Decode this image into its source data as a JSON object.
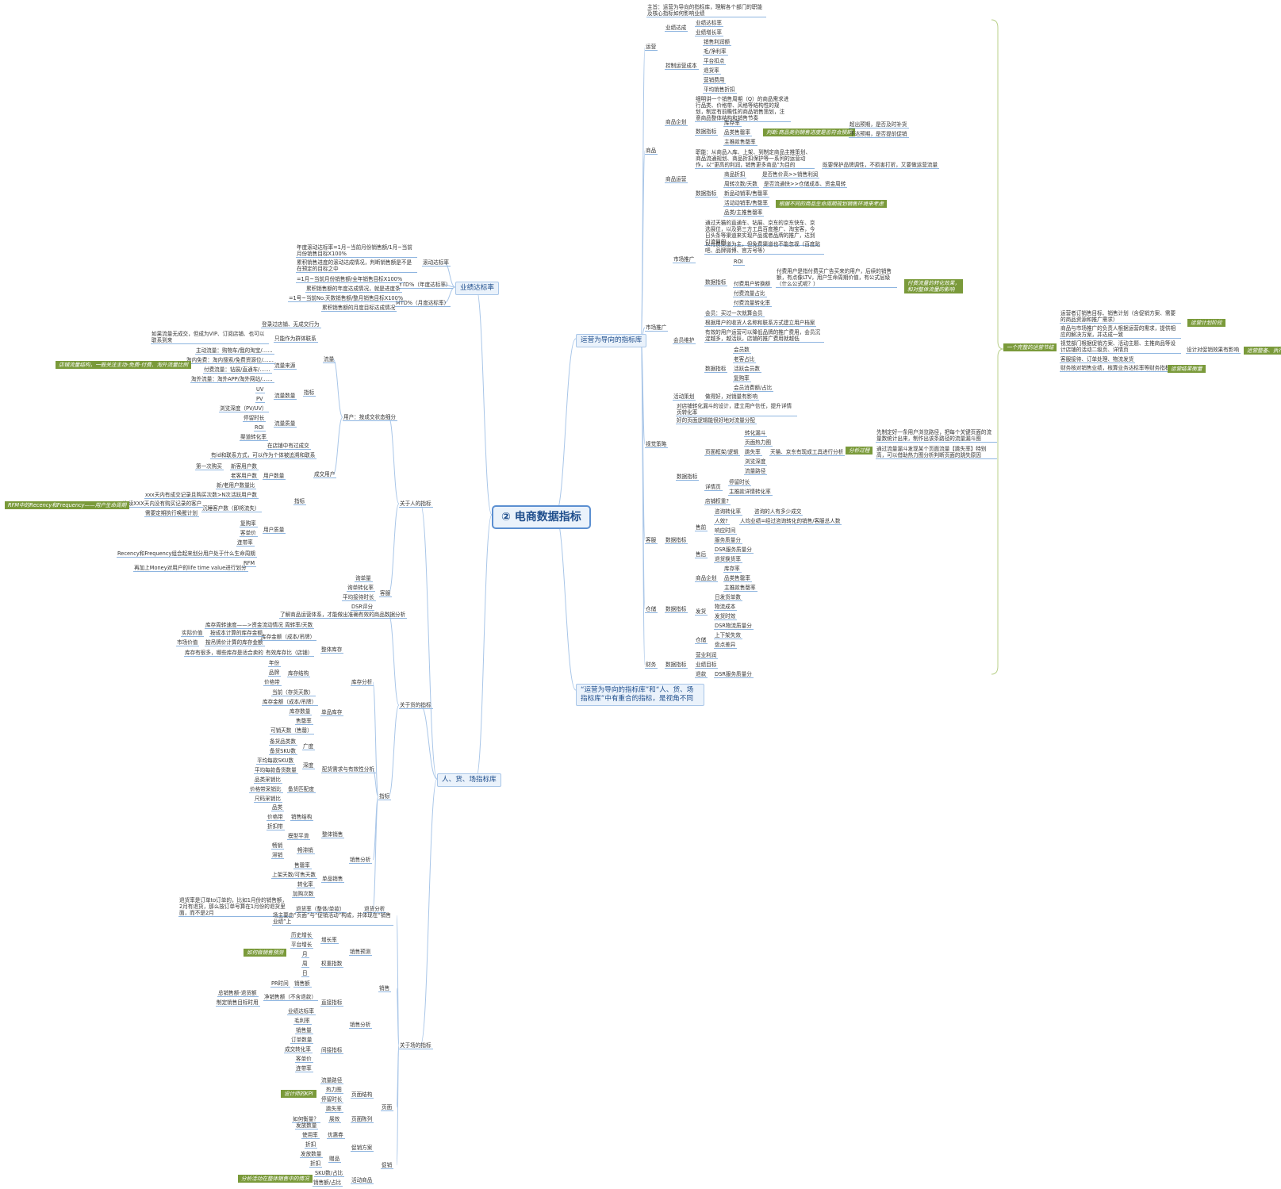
{
  "center": {
    "title": "② 电商数据指标"
  },
  "right": {
    "branch1": {
      "title": "运营为导向的指标库",
      "intro": "主旨：运营为导向的指标库，理解各个部门的职能及核心指标如何影响业绩",
      "ops": {
        "label": "运营",
        "perf": {
          "label": "业绩达成",
          "items": [
            "业绩达标率",
            "业绩增长率"
          ]
        },
        "cost": {
          "label": "控制运营成本",
          "items": [
            "销售利润额",
            "毛/净利率",
            "平台扣点",
            "退货率",
            "营销费用",
            "平均销售折扣"
          ]
        }
      },
      "goods": {
        "label": "商品",
        "plan": {
          "label": "商品企划",
          "desc": "细明讲一个销售周期（Q）的商品需求进行品类、价格带、风格等结构性的规划，制定有前瞻性的商品销售策划，注意商品整体结构和销售节奏",
          "metric_label": "数据指标",
          "metrics": [
            "库存率",
            "品类售罄率",
            "主推款售罄率"
          ],
          "note": "判断:商品类别销售进度是否符合预期",
          "judge": [
            "超出预期，是否及时补货",
            "不达预期，是否提前促销"
          ]
        },
        "run": {
          "label": "商品运营",
          "desc": "职能：从商品入库、上架、到制定商品主推策划、商品流通规划、商品折扣保护等一系列的运营动作，以“更高的利润，销售更多商品”为目的",
          "desc2": "既要保护品牌调性，不损害打折，又要做运营流量",
          "metric_label": "数据指标",
          "metrics": [
            {
              "name": "商品折扣",
              "note": "是否售价高>>销售利润"
            },
            {
              "name": "周转次数/天数",
              "note": "是否流通快>>仓储成本、资金周转"
            },
            {
              "name": "新品动销率/售罄率",
              "note": ""
            },
            {
              "name": "活动动销率/售罄率",
              "note": ""
            },
            {
              "name": "品类/主推售罄率",
              "note": ""
            }
          ],
          "note": "根据不同的商品生命周期规划销售环境来考虑"
        }
      },
      "market": {
        "label": "市场推广",
        "promo": {
          "label": "市场推广",
          "desc1": "通过天猫的直通车、钻展、京东的京东快车、京选展位，以及第三方工具百度推广、淘宝客，今日头条等渠道来实现产品或者品牌的推广，达到引流目的",
          "desc2": "以付费渠道为主，但免费渠道也不能忽视（百度贴吧、品牌微博、官方号等）",
          "metric_label": "数据指标",
          "metrics": [
            "ROI",
            "付费用户转换额",
            "付费流量占比",
            "付费流量转化率"
          ],
          "user_note": "付费用户是指付费买广告买来的用户，后续的销售额，有点像LTV，用户生命周期价值，有公式层级（什么公式呢？）",
          "note": "付费流量的转化效果，和对整体流量的影响"
        },
        "member": {
          "label": "会员维护",
          "desc1": "会员：买过一次就算会员",
          "desc2": "根据用户的收货人名称和联系方式建立用户档案",
          "desc3": "有效的用户运营可以降低品牌的推广费用，会员沉淀越多，越活跃，店铺的推广费用就越低",
          "metric_label": "数据指标",
          "metrics": [
            "会员数",
            "老客占比",
            "活跃会员数",
            "复购率",
            "会员消费额/占比"
          ]
        },
        "event": {
          "label": "活动策划",
          "desc": "做得好，对销量有影响"
        }
      },
      "visual": {
        "label": "视觉策略",
        "desc1": "对店铺转化漏斗的设计，建立用户信任，提升详情页转化率",
        "desc2": "好的页面逻辑能很好地对流量分配",
        "metric_label": "数据指标",
        "page": {
          "label": "页面框架/逻辑",
          "items": [
            "转化漏斗",
            "页面热力图",
            "跳失率",
            "浏览深度",
            "流量路径"
          ],
          "jump_note": "天猫、京东有现成工具进行分析",
          "note": "分析过程",
          "steps": [
            "先制定好一条用户浏览路径，把每个关键页面的流量数统计出来，制作出该条路径的流量漏斗图",
            "通过流量漏斗发现某个页面流量【跳失率】特别高，可以借助热力图分析判断页面的跳失原因"
          ]
        },
        "detail": {
          "label": "详情页",
          "items": [
            "停留时长",
            "主推款详情转化率"
          ]
        },
        "q": "店铺权重?"
      },
      "service": {
        "label": "客服",
        "metric_label": "数据指标",
        "pre": {
          "label": "售前",
          "items": [
            {
              "name": "咨询转化率",
              "note": "咨询的人有多少成交"
            },
            {
              "name": "人效?",
              "note": "人均业绩=经过咨询转化的销售/客服总人数"
            },
            {
              "name": "响应时间",
              "note": ""
            },
            {
              "name": "服务质量分",
              "note": ""
            }
          ]
        },
        "post": {
          "label": "售后",
          "items": [
            "DSR服务质量分",
            "退货换货率"
          ]
        }
      },
      "storage": {
        "label": "仓储",
        "metric_label": "数据指标",
        "plan": {
          "label": "商品企划",
          "items": [
            "库存率",
            "品类售罄率",
            "主推款售罄率"
          ]
        },
        "ship": {
          "label": "发货",
          "items": [
            "日发货单数",
            "物流成本",
            "发货时效",
            "DSR物流质量分"
          ]
        },
        "store": {
          "label": "仓储",
          "items": [
            "上下架失效",
            "盘点差异"
          ]
        }
      },
      "finance": {
        "label": "财务",
        "metric_label": "数据指标",
        "items": [
          "营业利润",
          "业绩目标",
          "退款"
        ],
        "refund_note": "DSR服务质量分"
      }
    },
    "branch2": {
      "title": "“运营为导向的指标库”和“人、货、场指标库”中有重合的指标，是视角不同"
    },
    "far": {
      "brace": "一个完整的运营节结",
      "items": [
        "运营者订销售目标、销售计划（含促销方案、需要的商品资源和推广需求）",
        "商品与市场推广的负责人根据运营的需求，提供相应的解决方案，并达成一致",
        "视觉部门根据促销方案、活动主题、主推商品等设计店铺的活动二级页、详情页",
        "客服接待、订单处理、物流发货",
        "财务核对销售业绩，核算业务达标率等财务指标"
      ],
      "tags": [
        "运营计划阶段",
        "设计对促销效果有影响",
        "运营整备、执行",
        "运营结果衡量"
      ]
    }
  },
  "left": {
    "perf": {
      "title": "业绩达标率",
      "rolling": {
        "label": "滚动达标率",
        "desc1": "年度滚动达标率=1月~当前月份销售额/1月~当前月份销售目标X100%",
        "desc2": "累积销售进度的滚动达成情况，判断销售额是不是在预定的目标之中"
      },
      "ytd": {
        "label": "YTD%（年度达标率）",
        "desc1": "=1月~当前月份销售额/全年销售目标X100%",
        "desc2": "累积销售额的年度达成情况，就是进度条"
      },
      "mtd": {
        "label": "MTD%（月度达标率）",
        "desc1": "=1号~当前No.天数销售额/整月销售目标X100%",
        "desc2": "累积销售额的月度目标达成情况"
      }
    },
    "people": {
      "title": "人、货、场指标库",
      "person": {
        "label": "关于人的指标",
        "user": {
          "label": "用户：按成交状态细分",
          "flow": {
            "label": "流量",
            "login": "登录过店铺、无成交行为",
            "member": {
              "label": "只能作为群体联系",
              "desc": "如果流量无成交，但成为VIP、订阅店铺、也可以联系到来"
            },
            "metric_label": "指标",
            "source": {
              "label": "流量来源",
              "items": [
                "主动流量：购物车/我的淘宝/……",
                "淘内免费：淘内搜索/免费资源位/……",
                "付费流量：钻展/直通车/……",
                "淘外流量：淘外APP/淘外网站/……"
              ],
              "note": "店铺流量结构，一般关注主动-免费-付费、淘外流量比例"
            },
            "count": {
              "label": "流量数量",
              "items": [
                "UV",
                "PV"
              ]
            },
            "quality": {
              "label": "流量质量",
              "items": [
                "浏览深度（PV/UV）",
                "停留时长",
                "ROI",
                "渠道转化率"
              ]
            }
          },
          "deal": {
            "label": "成交用户",
            "desc1": "在店铺中有过成交",
            "desc2": "有id和联系方式，可以作为个体被追溯和联系",
            "metric_label": "指标",
            "count": {
              "label": "用户数量",
              "items": [
                {
                  "name": "新客用户数",
                  "note": "第一次购买"
                },
                {
                  "name": "老客用户数",
                  "note": ""
                },
                {
                  "name": "新/老用户数量比",
                  "note": ""
                },
                {
                  "name": "活跃用户数",
                  "note": "xxx天内有成交记录且购买次数>N次"
                },
                {
                  "name": "沉睡客户数（即将流失）",
                  "note": "连续XXX天内没有购买记录的客户"
                }
              ],
              "wake": "需要定期执行唤醒计划",
              "rfm_note": "RFM中的Recency和Frequency——用户生命周期"
            },
            "quality": {
              "label": "用户质量",
              "items": [
                "复购率",
                "客单价",
                "连带率"
              ]
            },
            "rfm": {
              "label": "RFM",
              "desc1": "Recency和Frequency组合起来划分用户处于什么生命周期",
              "desc2": "再加上Money对用户的life time value进行划分"
            }
          }
        },
        "service": {
          "label": "客服",
          "items": [
            "询单量",
            "询单转化率",
            "平均接待时长",
            "DSR评分"
          ]
        }
      },
      "goods": {
        "label": "关于货的指标",
        "intro": "了解商品运营体系，才能做出准确有效的商品数据分析",
        "metric_label": "指标",
        "stock": {
          "label": "库存分析",
          "whole": {
            "label": "整体库存",
            "turn": {
              "name": "周转率/天数",
              "note": "库存周转速度——>资金流动情况"
            },
            "amount": {
              "name": "库存金额（成本/吊牌）",
              "a": "实际价值",
              "a_note": "按成本计算的库存金额",
              "b": "市场价值",
              "b_note": "按吊牌价计算的库存金额"
            },
            "ratio": {
              "name": "有效库存比（店铺）",
              "note": "库存有很多，哪些库存是适合卖的"
            },
            "struct": {
              "name": "库存结构",
              "items": [
                "年份",
                "品牌",
                "价格带"
              ]
            }
          },
          "single": {
            "label": "单品库存",
            "items": [
              "当前（存货天数）",
              "库存金额（成本/吊牌）",
              "库存数量",
              "售罄率",
              "可销天数（售罄）"
            ]
          }
        },
        "supply": {
          "label": "配货需求与有效性分析",
          "width": {
            "label": "广度",
            "items": [
              "备货品类数",
              "备货SKU数"
            ]
          },
          "depth": {
            "label": "深度",
            "items": [
              "平均每款SKU数",
              "平均每款备货数量"
            ]
          },
          "match": {
            "label": "备货匹配度",
            "items": [
              "品类采销比",
              "价格带采销比",
              "尺码采销比"
            ]
          }
        },
        "sales": {
          "label": "销售分析",
          "whole": {
            "label": "整体销售",
            "struct": "销售结构",
            "struct_items": [
              "品类",
              "价格带",
              "折扣带"
            ],
            "balance": "模型平滑"
          },
          "speed": {
            "label": "畅滞销",
            "items": [
              "畅销",
              "滞销"
            ]
          },
          "single": {
            "label": "单品销售",
            "items": [
              "售罄率",
              "上架天数/可售天数",
              "转化率",
              "加购次数"
            ]
          }
        },
        "returns": {
          "label": "退货分析",
          "name": "退货率（整体/单款）",
          "desc": "退货率是订单to订单的，比如1月份的销售额，2月有退货，那么按订单号算在1月份的退货里面，而不是2月"
        }
      },
      "place": {
        "label": "关于场的指标",
        "intro": "场主要由“页面”与“促销活动”构成，并体现在“销售业绩”上",
        "sales": {
          "label": "销售",
          "forecast": {
            "label": "销售预测",
            "growth": {
              "label": "增长率",
              "items": [
                "历史增长",
                "平台增长"
              ]
            },
            "weight": {
              "label": "权重指数",
              "items": [
                "月",
                "周",
                "日"
              ]
            },
            "note": "如何做销售预测"
          },
          "analysis": {
            "label": "销售分析",
            "direct": {
              "label": "直接指标",
              "items": [
                {
                  "name": "销售额",
                  "note": "PR时间"
                },
                {
                  "name": "净销售额（不含退款）",
                  "note": "总销售额-退货额"
                },
                {
                  "name": "业绩达标率",
                  "note": "制定销售目标时用"
                }
              ]
            },
            "indirect": {
              "label": "间接指标",
              "items": [
                "毛利率",
                "销售量",
                "订单数量",
                "成交转化率",
                "客单价",
                "连带率"
              ]
            }
          }
        },
        "page": {
          "label": "页面",
          "struct": {
            "label": "页面结构",
            "items": [
              "流量路径",
              "热力图",
              "停留时长",
              "跳失率"
            ],
            "note": "设计师的KPI"
          },
          "display": {
            "label": "页面陈列",
            "name": "展效",
            "note": "如何衡量？"
          }
        },
        "promo": {
          "label": "促销",
          "plan": {
            "label": "促销方案",
            "coupon": {
              "label": "优惠券",
              "items": [
                "发放数量",
                "使用率"
              ]
            },
            "gift": {
              "label": "赠品",
              "items": [
                "折扣",
                "发放数量",
                "折扣"
              ]
            }
          },
          "event": {
            "label": "活动商品",
            "items": [
              "SKU数/占比",
              "销售额/占比"
            ],
            "note": "分析活动在整体销售中的情况"
          }
        }
      }
    }
  }
}
